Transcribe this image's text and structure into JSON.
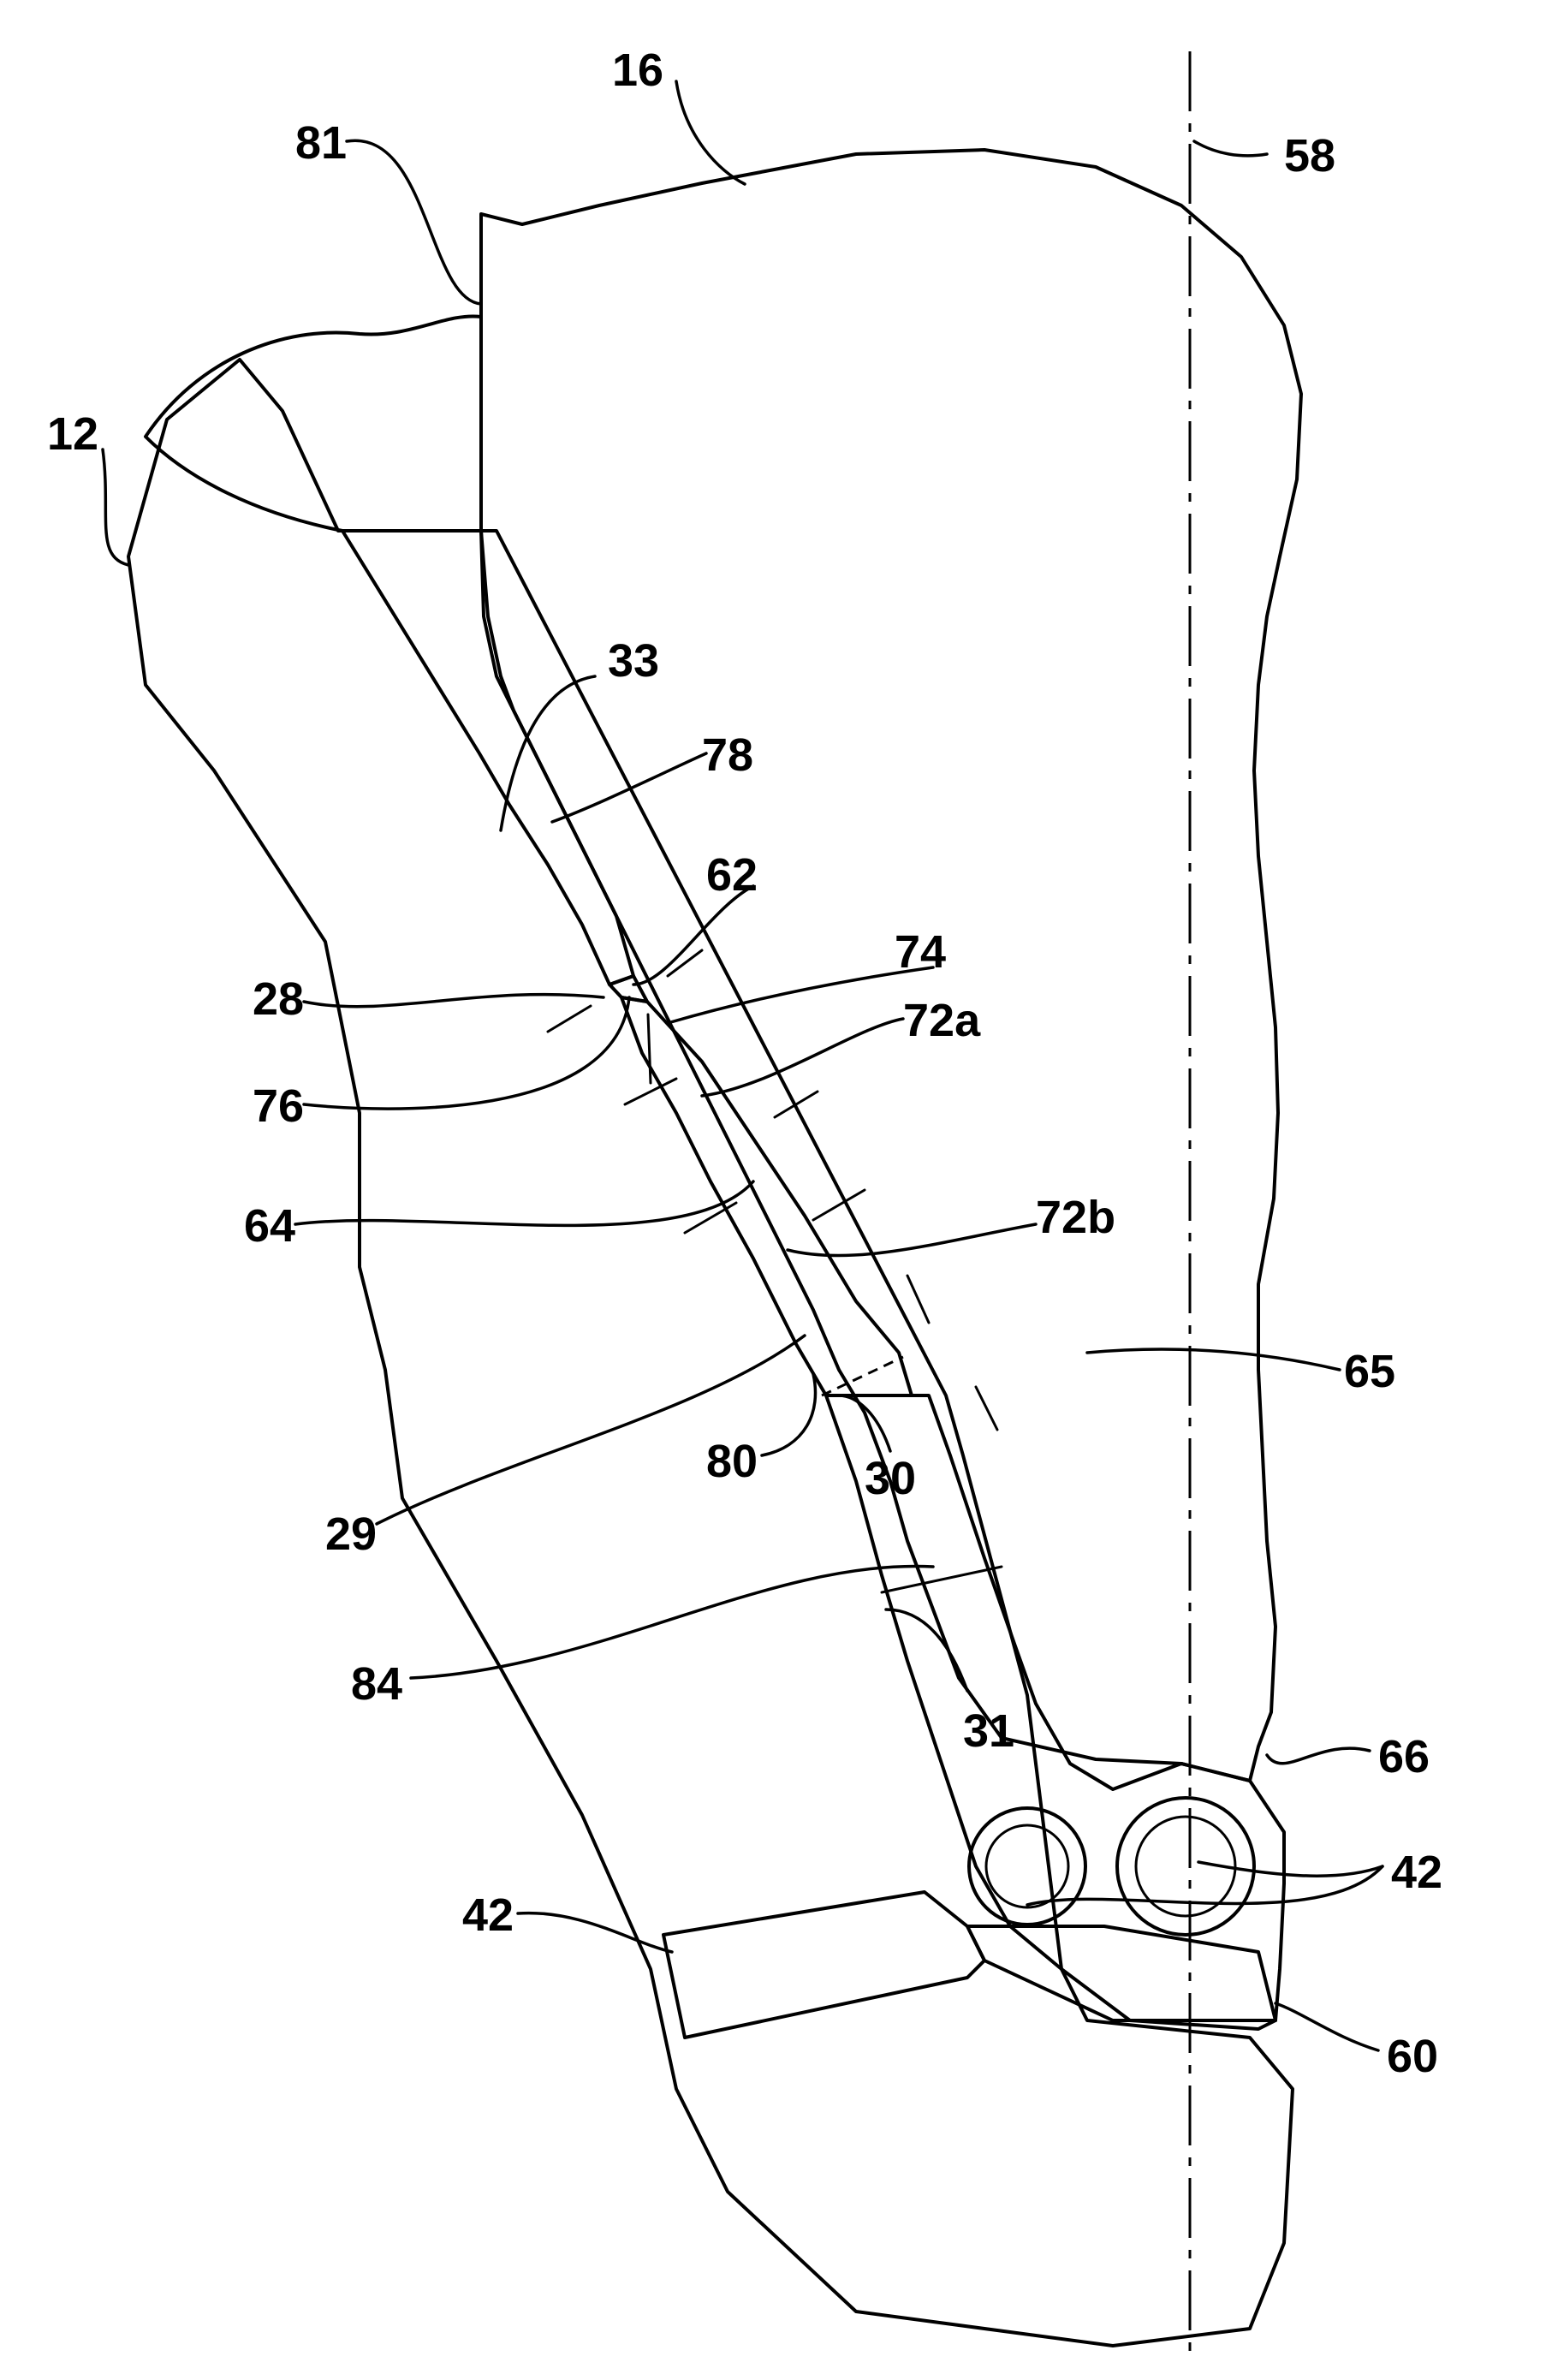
{
  "figure": {
    "labels": {
      "l16": "16",
      "l81": "81",
      "l58": "58",
      "l12": "12",
      "l33": "33",
      "l78": "78",
      "l62": "62",
      "l74": "74",
      "l28": "28",
      "l72a": "72a",
      "l76": "76",
      "l64": "64",
      "l72b": "72b",
      "l65": "65",
      "l29": "29",
      "l80": "80",
      "l30": "30",
      "l84": "84",
      "l31": "31",
      "l66": "66",
      "l42a": "42",
      "l42b": "42",
      "l60": "60"
    }
  }
}
